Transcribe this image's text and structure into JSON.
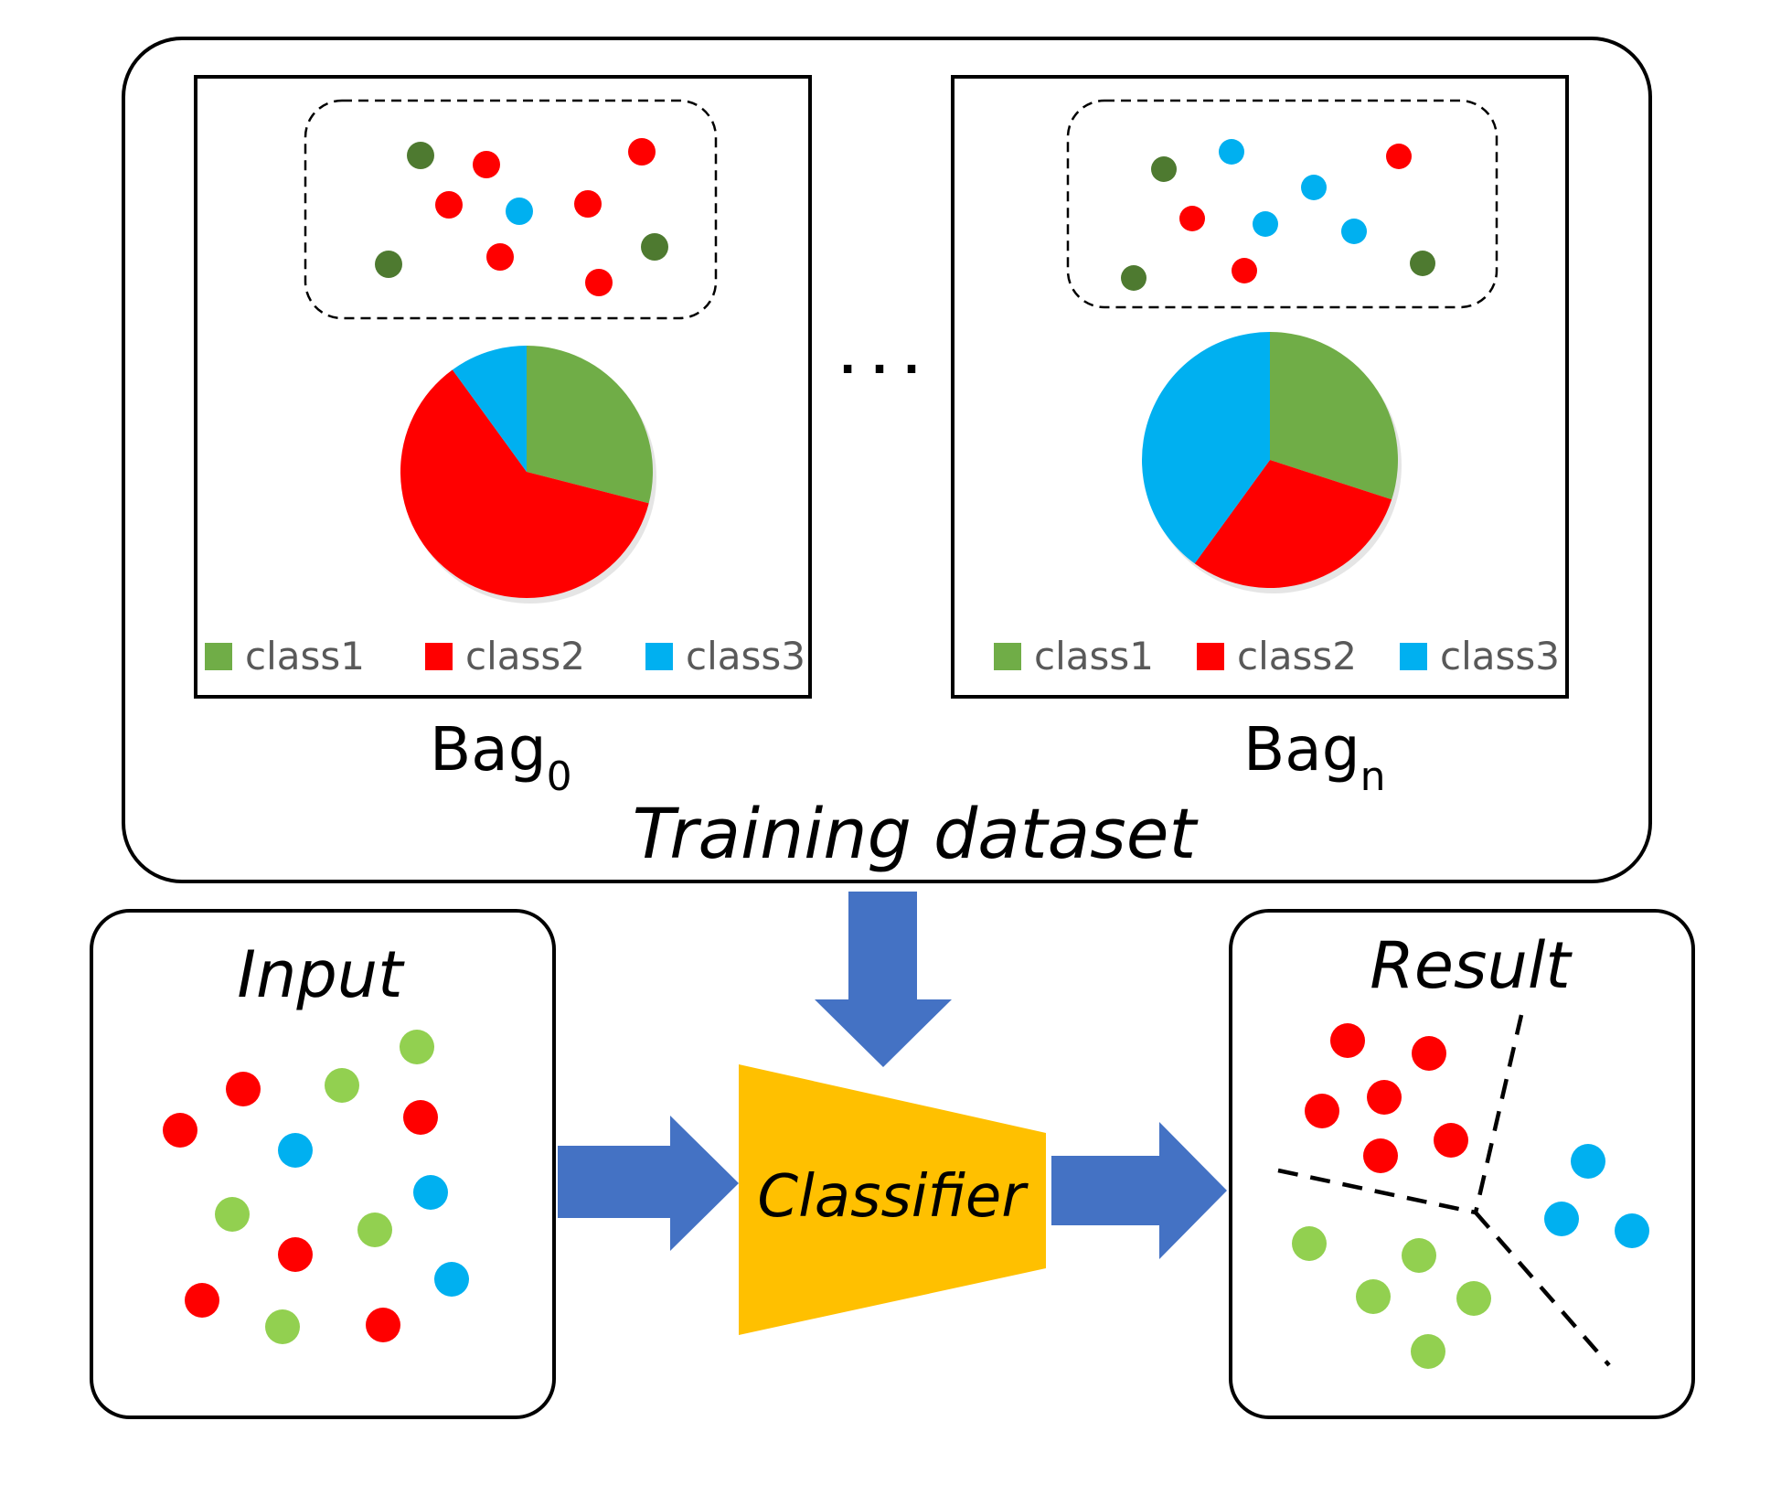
{
  "colors": {
    "class1": "#70ad47",
    "class2": "#ff0000",
    "class3": "#00b0f0",
    "dark_green": "#4e7a30",
    "light_green": "#92d050",
    "arrow": "#4472c4",
    "classifier": "#ffc000",
    "legend_text": "#595959"
  },
  "training": {
    "title": "Training dataset",
    "ellipsis": "· · ·",
    "bags": [
      {
        "name": "Bag",
        "subscript": "0",
        "legend": [
          "class1",
          "class2",
          "class3"
        ],
        "chart_data": {
          "type": "pie",
          "categories": [
            "class1",
            "class2",
            "class3"
          ],
          "values": [
            29,
            61,
            10
          ]
        },
        "points": [
          {
            "cls": "dark_green"
          },
          {
            "cls": "class2"
          },
          {
            "cls": "class2"
          },
          {
            "cls": "class2"
          },
          {
            "cls": "class3"
          },
          {
            "cls": "class2"
          },
          {
            "cls": "dark_green"
          },
          {
            "cls": "class2"
          },
          {
            "cls": "class2"
          },
          {
            "cls": "dark_green"
          }
        ]
      },
      {
        "name": "Bag",
        "subscript": "n",
        "legend": [
          "class1",
          "class2",
          "class3"
        ],
        "chart_data": {
          "type": "pie",
          "categories": [
            "class1",
            "class2",
            "class3"
          ],
          "values": [
            30,
            30,
            40
          ]
        },
        "points": [
          {
            "cls": "dark_green"
          },
          {
            "cls": "class3"
          },
          {
            "cls": "class2"
          },
          {
            "cls": "class3"
          },
          {
            "cls": "class2"
          },
          {
            "cls": "class3"
          },
          {
            "cls": "class3"
          },
          {
            "cls": "dark_green"
          },
          {
            "cls": "class2"
          },
          {
            "cls": "dark_green"
          }
        ]
      }
    ]
  },
  "input": {
    "title": "Input",
    "points": [
      {
        "cls": "light_green"
      },
      {
        "cls": "class2"
      },
      {
        "cls": "light_green"
      },
      {
        "cls": "class2"
      },
      {
        "cls": "class2"
      },
      {
        "cls": "class3"
      },
      {
        "cls": "class3"
      },
      {
        "cls": "light_green"
      },
      {
        "cls": "light_green"
      },
      {
        "cls": "class2"
      },
      {
        "cls": "class3"
      },
      {
        "cls": "class2"
      },
      {
        "cls": "light_green"
      },
      {
        "cls": "class2"
      }
    ]
  },
  "classifier": {
    "label": "Classifier"
  },
  "result": {
    "title": "Result",
    "points": [
      {
        "cls": "class2"
      },
      {
        "cls": "class2"
      },
      {
        "cls": "class2"
      },
      {
        "cls": "class2"
      },
      {
        "cls": "class2"
      },
      {
        "cls": "class2"
      },
      {
        "cls": "class3"
      },
      {
        "cls": "class3"
      },
      {
        "cls": "class3"
      },
      {
        "cls": "light_green"
      },
      {
        "cls": "light_green"
      },
      {
        "cls": "light_green"
      },
      {
        "cls": "light_green"
      },
      {
        "cls": "light_green"
      }
    ]
  }
}
